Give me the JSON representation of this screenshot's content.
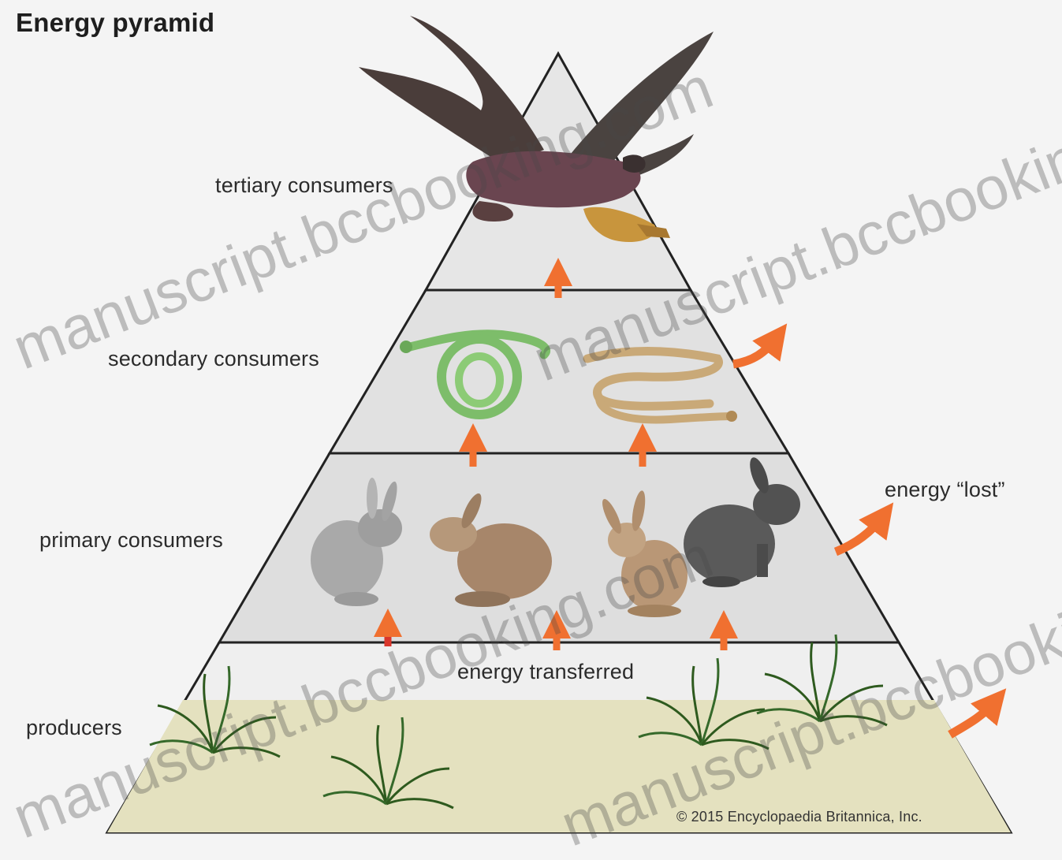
{
  "title": "Energy pyramid",
  "levels": {
    "tertiary": "tertiary consumers",
    "secondary": "secondary consumers",
    "primary": "primary consumers",
    "producers": "producers"
  },
  "annotations": {
    "energy_transferred": "energy transferred",
    "energy_lost": "energy “lost”"
  },
  "credit": "© 2015 Encyclopaedia Britannica, Inc.",
  "watermarks": [
    "manuscript.bccbooking.com",
    "manuscript.bccbooking.com",
    "manuscript.bccbooking.com",
    "manuscript.bccbooking.com"
  ],
  "colors": {
    "tier_fill": "#e3e3e3",
    "grass_band": "#e4e1bf",
    "arrow_orange": "#f07030",
    "arrow_red": "#d9362b"
  }
}
